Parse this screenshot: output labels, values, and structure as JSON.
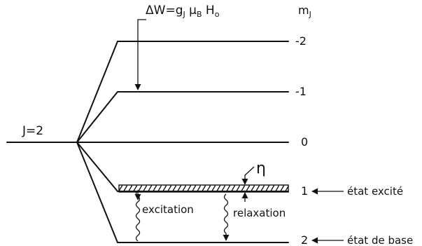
{
  "diagram": {
    "j_label": "J=2",
    "mj_header": "m",
    "mj_header_sub": "J",
    "formula": {
      "lhs": "ΔW=",
      "g": "g",
      "g_sub": "J",
      "mu": "μ",
      "mu_sub": "B",
      "h": "H",
      "h_sub": "o"
    },
    "mj_values": [
      "-2",
      "-1",
      "0",
      "1",
      "2"
    ],
    "eta": "η",
    "excited_label": "état excité",
    "ground_label": "état de base",
    "excitation_label": "excitation",
    "relaxation_label": "relaxation"
  }
}
